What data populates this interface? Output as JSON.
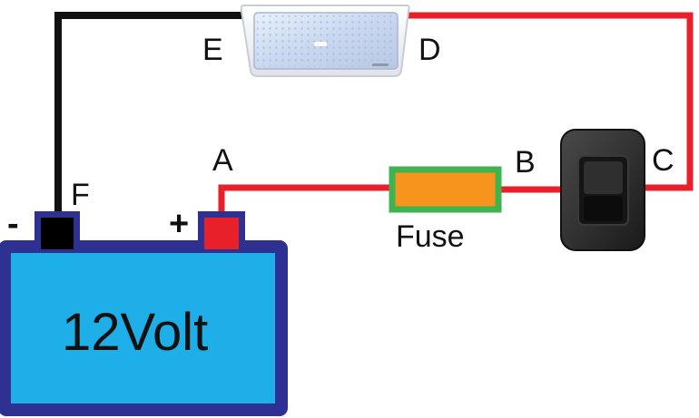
{
  "battery": {
    "label": "12Volt",
    "positive_sign": "+",
    "negative_sign": "-"
  },
  "fuse": {
    "label": "Fuse"
  },
  "points": {
    "a": "A",
    "b": "B",
    "c": "C",
    "d": "D",
    "e": "E",
    "f": "F"
  },
  "colors": {
    "positive_wire": "#e8202a",
    "negative_wire": "#111111",
    "battery_fill": "#1eaee8",
    "battery_border": "#2e3192",
    "fuse_body": "#f7941d",
    "fuse_border": "#3fb34f",
    "positive_terminal": "#e8202a",
    "negative_terminal": "#000000",
    "switch_body": "#2b2b2b"
  },
  "icons": {
    "lamp": "led-dome-light-icon",
    "switch": "rocker-switch-icon"
  }
}
